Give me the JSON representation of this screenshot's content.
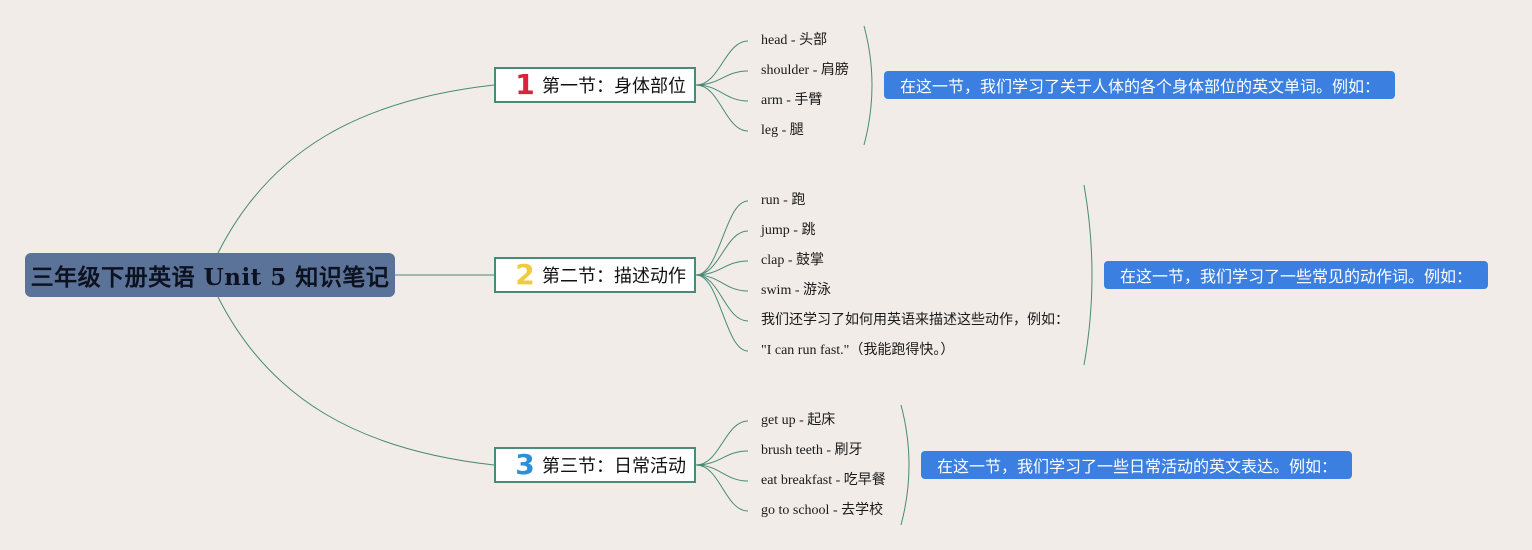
{
  "root": {
    "title": "三年级下册英语 Unit 5 知识笔记"
  },
  "sections": [
    {
      "number": "1",
      "number_color": "#d9223b",
      "title": "第一节：身体部位",
      "items": [
        "head - 头部",
        "shoulder - 肩膀",
        "arm - 手臂",
        "leg - 腿"
      ],
      "summary": "在这一节，我们学习了关于人体的各个身体部位的英文单词。例如："
    },
    {
      "number": "2",
      "number_color": "#f1cc3a",
      "title": "第二节：描述动作",
      "items": [
        "run - 跑",
        "jump - 跳",
        "clap - 鼓掌",
        "swim - 游泳",
        "我们还学习了如何用英语来描述这些动作，例如：",
        "\"I can run fast.\"（我能跑得快。）"
      ],
      "summary": "在这一节，我们学习了一些常见的动作词。例如："
    },
    {
      "number": "3",
      "number_color": "#2d8fd6",
      "title": "第三节：日常活动",
      "items": [
        "get up - 起床",
        "brush teeth - 刷牙",
        "eat breakfast - 吃早餐",
        "go to school - 去学校"
      ],
      "summary": "在这一节，我们学习了一些日常活动的英文表达。例如："
    }
  ],
  "colors": {
    "background": "#f1ece8",
    "root": "#5b7399",
    "link": "#4a8a78",
    "summary": "#3b7fe0"
  }
}
